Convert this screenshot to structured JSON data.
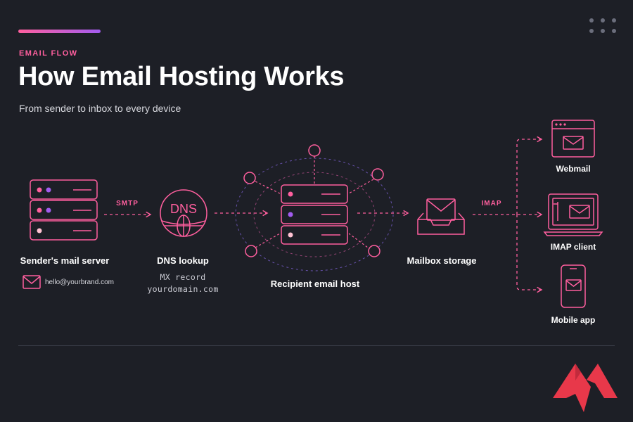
{
  "header": {
    "eyebrow": "EMAIL FLOW",
    "title": "How Email Hosting Works",
    "subtitle": "From sender to inbox to every device"
  },
  "steps": {
    "sender": {
      "label": "Sender's mail server",
      "email": "hello@yourbrand.com"
    },
    "dns": {
      "label": "DNS lookup",
      "icon_text": "DNS",
      "record": "MX record",
      "domain": "yourdomain.com"
    },
    "host": {
      "label": "Recipient email host"
    },
    "mailbox": {
      "label": "Mailbox storage"
    }
  },
  "protocols": {
    "smtp": "SMTP",
    "imap": "IMAP"
  },
  "devices": [
    {
      "label": "Webmail",
      "icon": "browser-mail-icon"
    },
    {
      "label": "IMAP client",
      "icon": "laptop-mail-icon"
    },
    {
      "label": "Mobile app",
      "icon": "phone-mail-icon"
    }
  ],
  "colors": {
    "background": "#1d1f26",
    "accent_pink": "#ff5f9e",
    "accent_purple": "#a35cf0",
    "logo_red": "#e8384a"
  }
}
